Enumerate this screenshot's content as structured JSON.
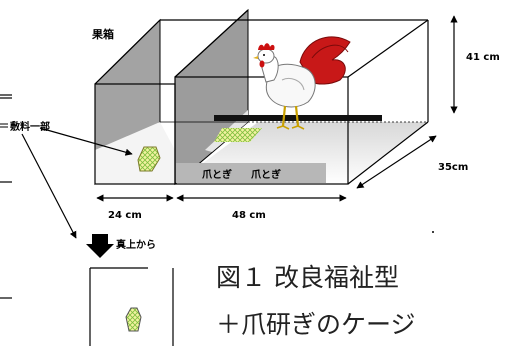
{
  "labels": {
    "fruit_box": "果箱",
    "height": "41 cm",
    "depth": "35cm",
    "litter_part": "敷料一部",
    "scratch_1": "爪とぎ",
    "scratch_2": "爪とぎ",
    "width_left": "24 cm",
    "width_right": "48 cm",
    "from_above": "真上から"
  },
  "caption": {
    "line1": "図１ 改良福祉型",
    "line2": "＋爪研ぎのケージ"
  },
  "colors": {
    "line": "#000000",
    "panel_gray": "#9a9a9a",
    "hen_comb": "#cc1010",
    "tail_red": "#c81818",
    "pad_green": "#7fbf3f",
    "pad_yellow": "#f2f2a0"
  }
}
